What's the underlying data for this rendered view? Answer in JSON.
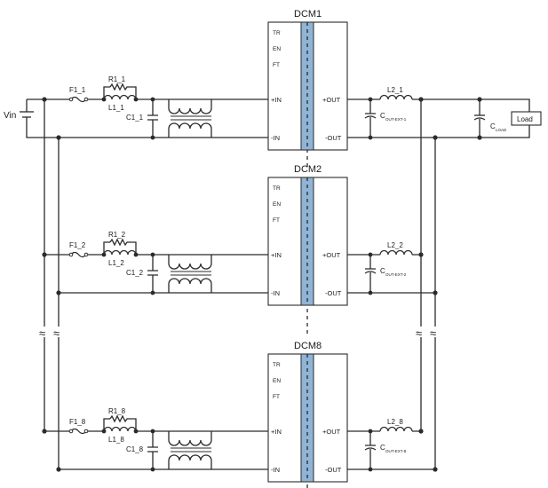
{
  "source": {
    "label": "Vin"
  },
  "load": {
    "label": "Load"
  },
  "output_cap": {
    "label": "C",
    "sub": "LOAD"
  },
  "modules": [
    {
      "title": "DCM1",
      "pins": {
        "tr": "TR",
        "en": "EN",
        "ft": "FT",
        "in_pos": "+IN",
        "in_neg": "-IN",
        "out_pos": "+OUT",
        "out_neg": "-OUT"
      },
      "fuse": "F1_1",
      "resistor": "R1_1",
      "inductor_in": "L1_1",
      "cap_in": "C1_1",
      "inductor_out": "L2_1",
      "cap_out": "C",
      "cap_out_sub": "OUT-EXT-1"
    },
    {
      "title": "DCM2",
      "pins": {
        "tr": "TR",
        "en": "EN",
        "ft": "FT",
        "in_pos": "+IN",
        "in_neg": "-IN",
        "out_pos": "+OUT",
        "out_neg": "-OUT"
      },
      "fuse": "F1_2",
      "resistor": "R1_2",
      "inductor_in": "L1_2",
      "cap_in": "C1_2",
      "inductor_out": "L2_2",
      "cap_out": "C",
      "cap_out_sub": "OUT-EXT-2"
    },
    {
      "title": "DCM8",
      "pins": {
        "tr": "TR",
        "en": "EN",
        "ft": "FT",
        "in_pos": "+IN",
        "in_neg": "-IN",
        "out_pos": "+OUT",
        "out_neg": "-OUT"
      },
      "fuse": "F1_8",
      "resistor": "R1_8",
      "inductor_in": "L1_8",
      "cap_in": "C1_8",
      "inductor_out": "L2_8",
      "cap_out": "C",
      "cap_out_sub": "OUT-EXT-8"
    }
  ],
  "colors": {
    "isolation_barrier": "#8fb4d6",
    "wire": "#2b2b2b"
  }
}
